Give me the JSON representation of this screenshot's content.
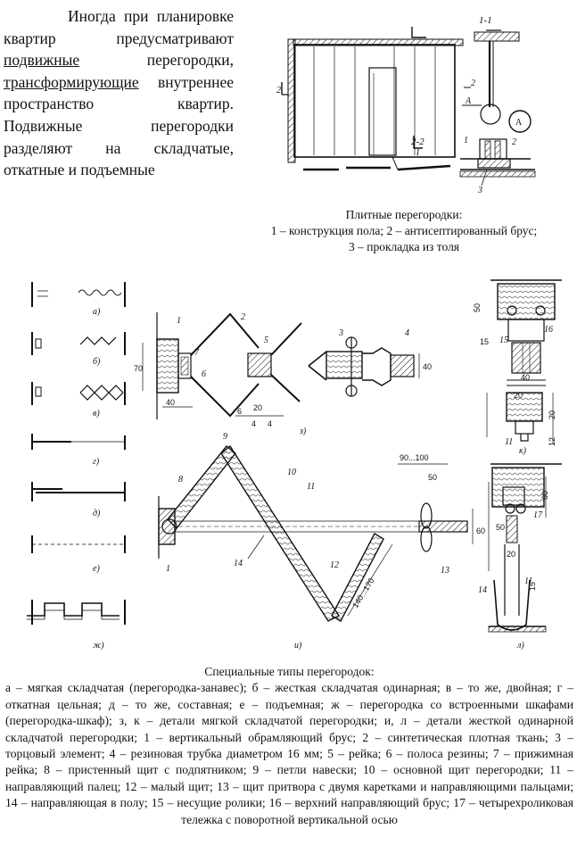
{
  "intro": {
    "p1": "Иногда при планировке квартир предусматривают ",
    "u1": "подвижные",
    "p2": " перегородки, ",
    "u2": "трансформирующие",
    "p3": " внутреннее пространство квартир. Подвижные перегородки разделяют на складчатые, откатные и подъемные"
  },
  "fig1": {
    "caption_title": "Плитные перегородки:",
    "caption_line1": "1 – конструкция пола; 2 – антисептированный брус;",
    "caption_line2": "3 – прокладка из толя",
    "labels": {
      "section11": "1-1",
      "section22": "2-2",
      "n1": "1",
      "n2": "2",
      "n3": "3",
      "m2a": "2",
      "m2b": "2",
      "m1a": "1",
      "A": "А",
      "Acirc": "А"
    }
  },
  "fig2": {
    "caption_title": "Специальные типы перегородок:",
    "caption_body": "а – мягкая складчатая (перегородка-занавес); б – жесткая складчатая одинарная; в – то же, двойная; г – откатная цельная; д – то же, составная; е – подъемная; ж – перегородка со встроенными шкафами (перегородка-шкаф); з, к – детали мягкой складчатой перегородки; и, л – детали жесткой одинарной складчатой перегородки; 1 – вертикальный обрамляющий брус; 2 – синтетическая плотная ткань; 3 – торцовый элемент; 4 – резиновая трубка диаметром 16 мм; 5 – рейка; 6 – полоса резины; 7 – прижимная рейка; 8 – пристенный щит с подпятником; 9 – петли навески; 10 – основной щит перегородки; 11 – направляющий палец; 12 – малый щит; 13 – щит притвора с двумя каретками и направляющими пальцами; 14 – направляющая в полу; 15 – несущие ролики; 16 – верхний направляющий брус; 17 – четырехроликовая тележка с поворотной вертикальной осью",
    "labels": {
      "a": "а)",
      "b": "б)",
      "v": "в)",
      "g": "г)",
      "d": "д)",
      "e": "е)",
      "zh": "ж)",
      "z": "з)",
      "i": "и)",
      "k": "к)",
      "l": "л)",
      "d70": "70",
      "d40a": "40",
      "d6": "6",
      "d20": "20",
      "d4a": "4",
      "d4b": "4",
      "d40b": "40",
      "d50a": "50",
      "d15": "15",
      "d40c": "40",
      "d20b": "20",
      "d20c": "20",
      "d12": "12",
      "d90": "90...100",
      "d50b": "50",
      "d60a": "60",
      "d60b": "60",
      "d140": "140...170",
      "d50c": "50",
      "d20d": "20",
      "d14": "14",
      "d11": "11",
      "d15b": "15",
      "n1": "1",
      "n2": "2",
      "n3": "3",
      "n4": "4",
      "n5": "5",
      "n6": "6",
      "n7": "7",
      "n8": "8",
      "n9": "9",
      "n10": "10",
      "n11": "11",
      "n12": "12",
      "n13": "13",
      "n14": "14",
      "n15": "15",
      "n16": "16",
      "n17": "17",
      "n11b": "11",
      "n1b": "1"
    }
  }
}
